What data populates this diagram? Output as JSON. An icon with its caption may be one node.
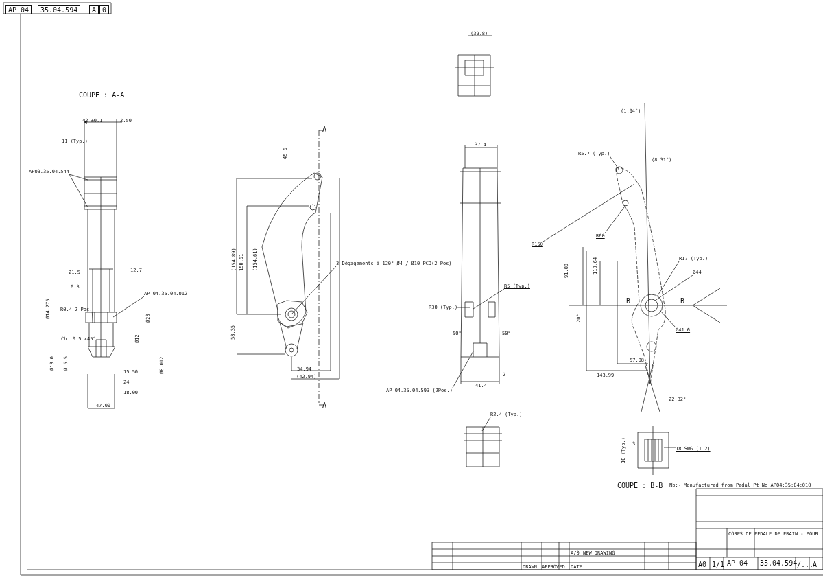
{
  "diagram": {
    "nodes": [
      {
        "text": [
          "AP03.35.04.544"
        ]
      },
      {
        "text": [
          "AP 04.35.04.012"
        ]
      },
      {
        "text": [
          "R0.4",
          "2 Pos."
        ]
      },
      {
        "text": [
          "3 Dégagements à 120° Ø4 / Ø10 PCD(2 Pos)"
        ]
      },
      {
        "text": [
          "R5 (Typ.)"
        ]
      },
      {
        "text": [
          "R30 (Typ.)"
        ]
      },
      {
        "text": [
          "AP 04.35.04.593 (2Pos.)"
        ]
      },
      {
        "text": [
          "R2.4 (Typ.)"
        ]
      },
      {
        "text": [
          "R5.7 (Typ.)"
        ]
      },
      {
        "text": [
          "R150"
        ]
      },
      {
        "text": [
          "R60"
        ]
      },
      {
        "text": [
          "R17 (Typ.)"
        ]
      },
      {
        "text": [
          "Ø44"
        ]
      },
      {
        "text": [
          "Ø41.6"
        ]
      },
      {
        "text": [
          "18 SWG (1.2)"
        ]
      },
      {
        "text": [],
        "shape": "picture"
      },
      {
        "text": [],
        "shape": "picture"
      },
      {
        "text": [],
        "shape": "picture"
      },
      {
        "text": [],
        "shape": "picture"
      },
      {
        "text": [],
        "shape": "picture"
      },
      {
        "text": [],
        "shape": "picture"
      },
      {
        "text": [],
        "shape": "picture"
      }
    ],
    "edges": [
      {
        "from": 0,
        "to": 15,
        "arrow": "none"
      },
      {
        "from": 0,
        "to": 15,
        "arrow": "none"
      },
      {
        "from": 1,
        "to": 15,
        "arrow": "none"
      },
      {
        "from": 2,
        "to": 15,
        "arrow": "none"
      },
      {
        "from": 3,
        "to": 16,
        "arrow": "none"
      },
      {
        "from": 4,
        "to": 18,
        "arrow": "none"
      },
      {
        "from": 5,
        "to": 18,
        "arrow": "none"
      },
      {
        "from": 6,
        "to": 18,
        "arrow": "none"
      },
      {
        "from": 7,
        "to": 19,
        "arrow": "none"
      },
      {
        "from": 8,
        "to": 20,
        "arrow": "none"
      },
      {
        "from": 9,
        "to": 20,
        "arrow": "none"
      },
      {
        "from": 10,
        "to": 20,
        "arrow": "none"
      },
      {
        "from": 11,
        "to": 20,
        "arrow": "none"
      },
      {
        "from": 12,
        "to": 20,
        "arrow": "none"
      },
      {
        "from": 13,
        "to": 20,
        "arrow": "none"
      },
      {
        "from": 14,
        "to": 21,
        "arrow": "none"
      }
    ],
    "labels": [
      "AP 04",
      "35.04.594",
      "A",
      "0",
      "COUPE : A-A",
      "42 ±0.1",
      "2.50",
      "11 (Typ.)",
      "21.5",
      "12.7",
      "0.8",
      "Ø14.275",
      "Ø20",
      "Ø12",
      "Ch. 0.5 ×45°",
      "Ø18.0",
      "Ø16.5",
      "Ø8.012",
      "15.50",
      "24",
      "18.00",
      "47.00",
      "A",
      "45.6",
      "(154.89)",
      "150.61",
      "(154.61)",
      "58.35",
      "34.94",
      "(42.94)",
      "A",
      "(39.8)",
      "37.4",
      "50°",
      "50°",
      "2",
      "41.4",
      "(1.94°)",
      "(8.31°)",
      "91.88",
      "110.64",
      "B",
      "B",
      "20°",
      "57.08",
      "143.99",
      "22.32°",
      "10 (Typ.)",
      "3",
      "COUPE : B-B",
      "Nb:- Manufactured from Pedal Pt No AP04:35:04:010",
      "CORPS DE PEDALE DE FRAIN - POUR",
      "A0",
      "1/1",
      "AP 04",
      "35.04.594",
      "/...",
      "A",
      "A/0",
      "NEW DRAWING",
      "DRAWN",
      "APPROVED",
      "DATE"
    ]
  }
}
